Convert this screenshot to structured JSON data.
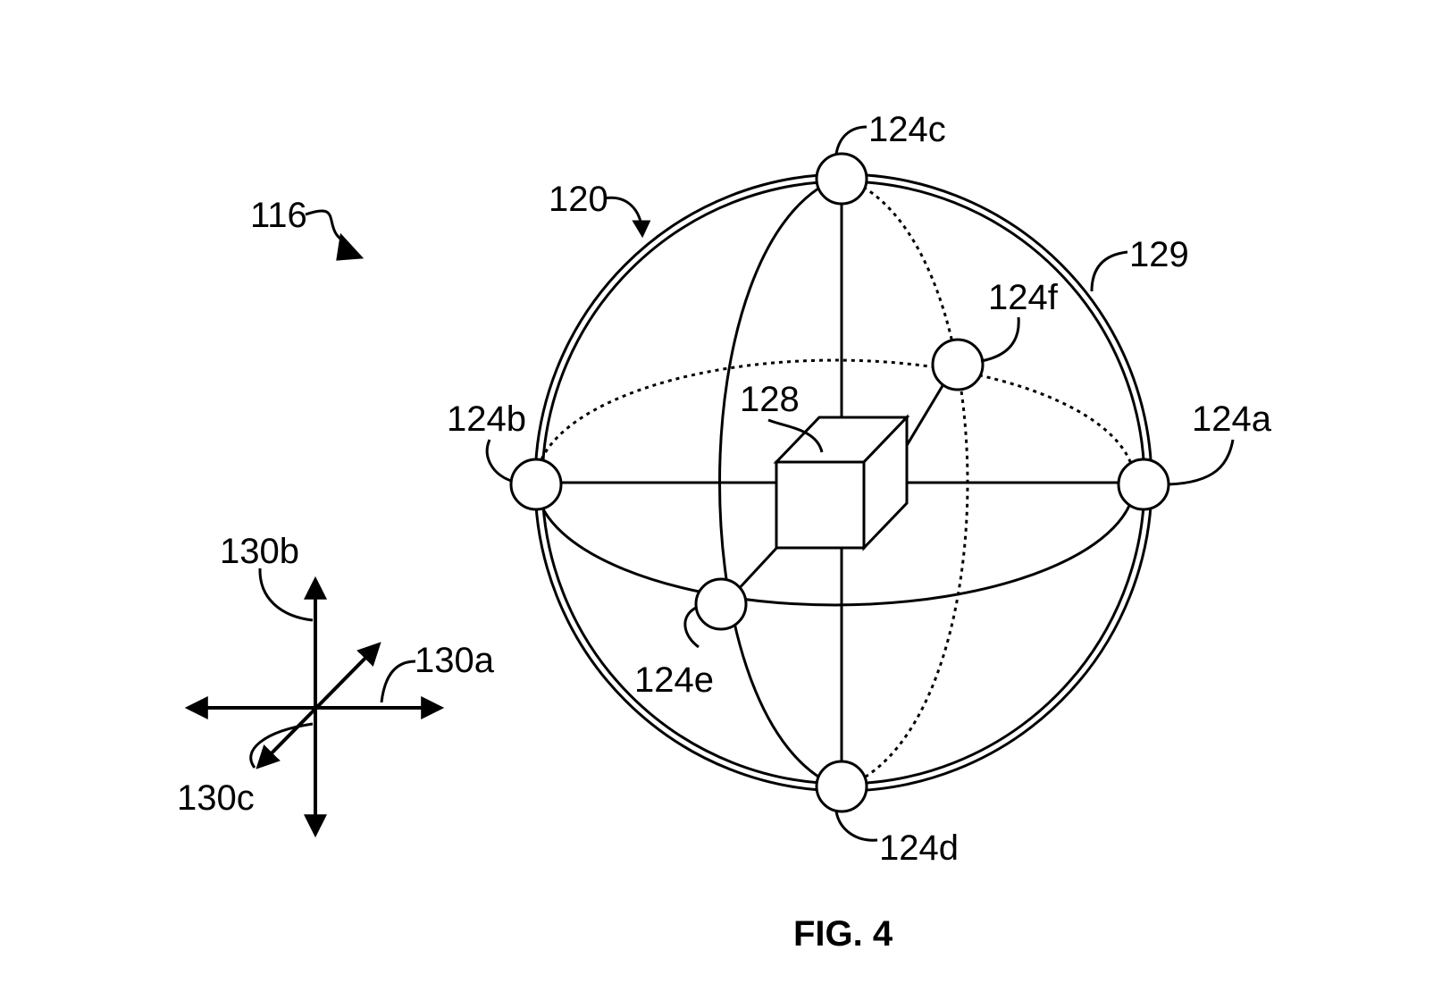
{
  "labels": {
    "ref_116": "116",
    "ref_120": "120",
    "ref_124a": "124a",
    "ref_124b": "124b",
    "ref_124c": "124c",
    "ref_124d": "124d",
    "ref_124e": "124e",
    "ref_124f": "124f",
    "ref_128": "128",
    "ref_129": "129",
    "ref_130a": "130a",
    "ref_130b": "130b",
    "ref_130c": "130c"
  },
  "caption": "FIG. 4"
}
